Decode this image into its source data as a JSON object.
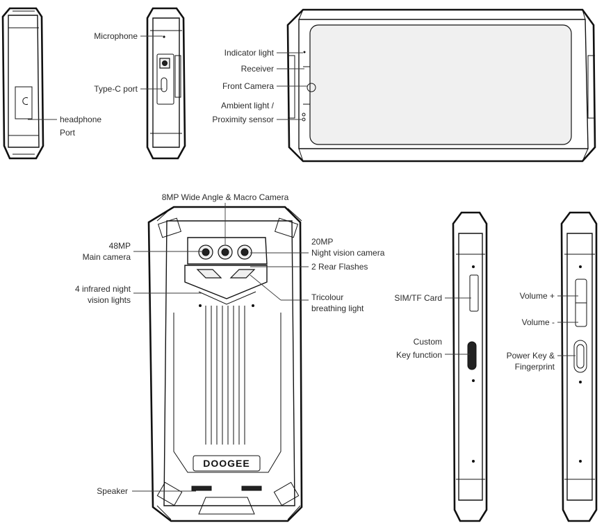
{
  "labels": {
    "microphone": "Microphone",
    "type_c_port": "Type-C port",
    "headphone_port_line1": "headphone",
    "headphone_port_line2": "Port",
    "indicator_light": "Indicator light",
    "receiver": "Receiver",
    "front_camera": "Front Camera",
    "ambient_light_line1": "Ambient light /",
    "ambient_light_line2": "Proximity sensor",
    "wide_macro_camera": "8MP Wide Angle & Macro Camera",
    "main_camera_line1": "48MP",
    "main_camera_line2": "Main camera",
    "night_vision_line1": "20MP",
    "night_vision_line2": "Night vision camera",
    "rear_flashes": "2 Rear Flashes",
    "infrared_line1": "4 infrared night",
    "infrared_line2": "vision lights",
    "breathing_light_line1": "Tricolour",
    "breathing_light_line2": "breathing light",
    "sim_card": "SIM/TF Card",
    "custom_key_line1": "Custom",
    "custom_key_line2": "Key function",
    "volume_up": "Volume +",
    "volume_down": "Volume -",
    "power_key_line1": "Power Key &",
    "power_key_line2": "Fingerprint",
    "speaker": "Speaker"
  },
  "brand_logo": "DOOGEE",
  "colors": {
    "outline": "#111111",
    "label_text": "#2b2b2b",
    "leader_line": "#3a3a3a"
  }
}
